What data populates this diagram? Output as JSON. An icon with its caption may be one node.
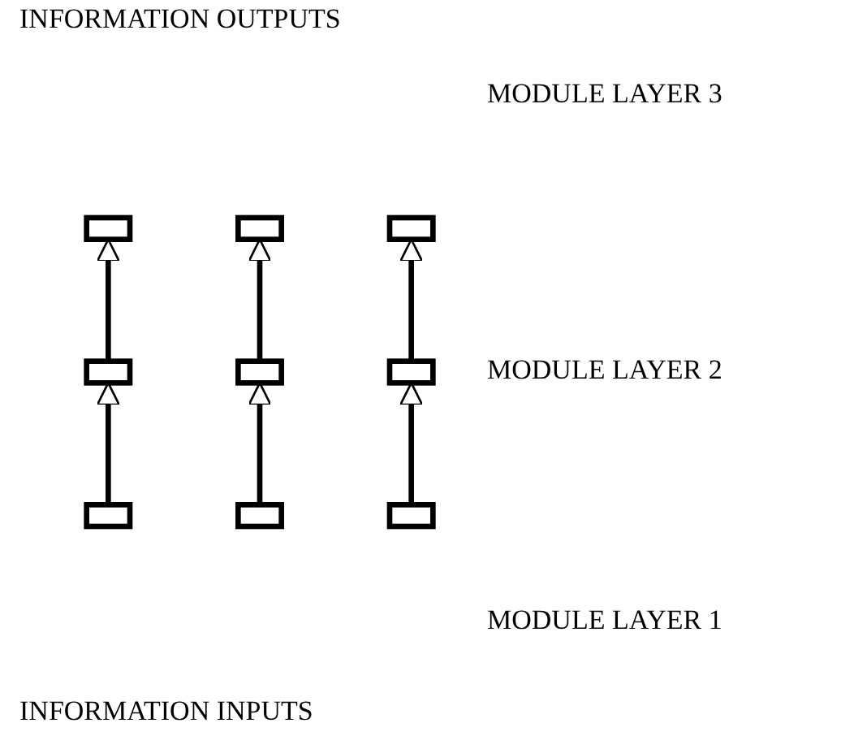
{
  "diagram": {
    "nodes": [
      {
        "text": [],
        "shape": "box"
      },
      {
        "text": [],
        "shape": "box"
      },
      {
        "text": [],
        "shape": "box"
      },
      {
        "text": [],
        "shape": "box"
      },
      {
        "text": [],
        "shape": "box"
      },
      {
        "text": [],
        "shape": "box"
      },
      {
        "text": [],
        "shape": "box"
      },
      {
        "text": [],
        "shape": "box"
      },
      {
        "text": [],
        "shape": "box"
      }
    ],
    "edges": [
      {
        "from": 6,
        "to": 3,
        "arrow": "to"
      },
      {
        "from": 7,
        "to": 4,
        "arrow": "to"
      },
      {
        "from": 8,
        "to": 5,
        "arrow": "to"
      },
      {
        "from": 3,
        "to": 0,
        "arrow": "to"
      },
      {
        "from": 4,
        "to": 1,
        "arrow": "to"
      },
      {
        "from": 5,
        "to": 2,
        "arrow": "to"
      }
    ],
    "labels": [
      "INFORMATION OUTPUTS",
      "MODULE LAYER 3",
      "MODULE LAYER 2",
      "MODULE LAYER 1",
      "INFORMATION INPUTS"
    ]
  }
}
